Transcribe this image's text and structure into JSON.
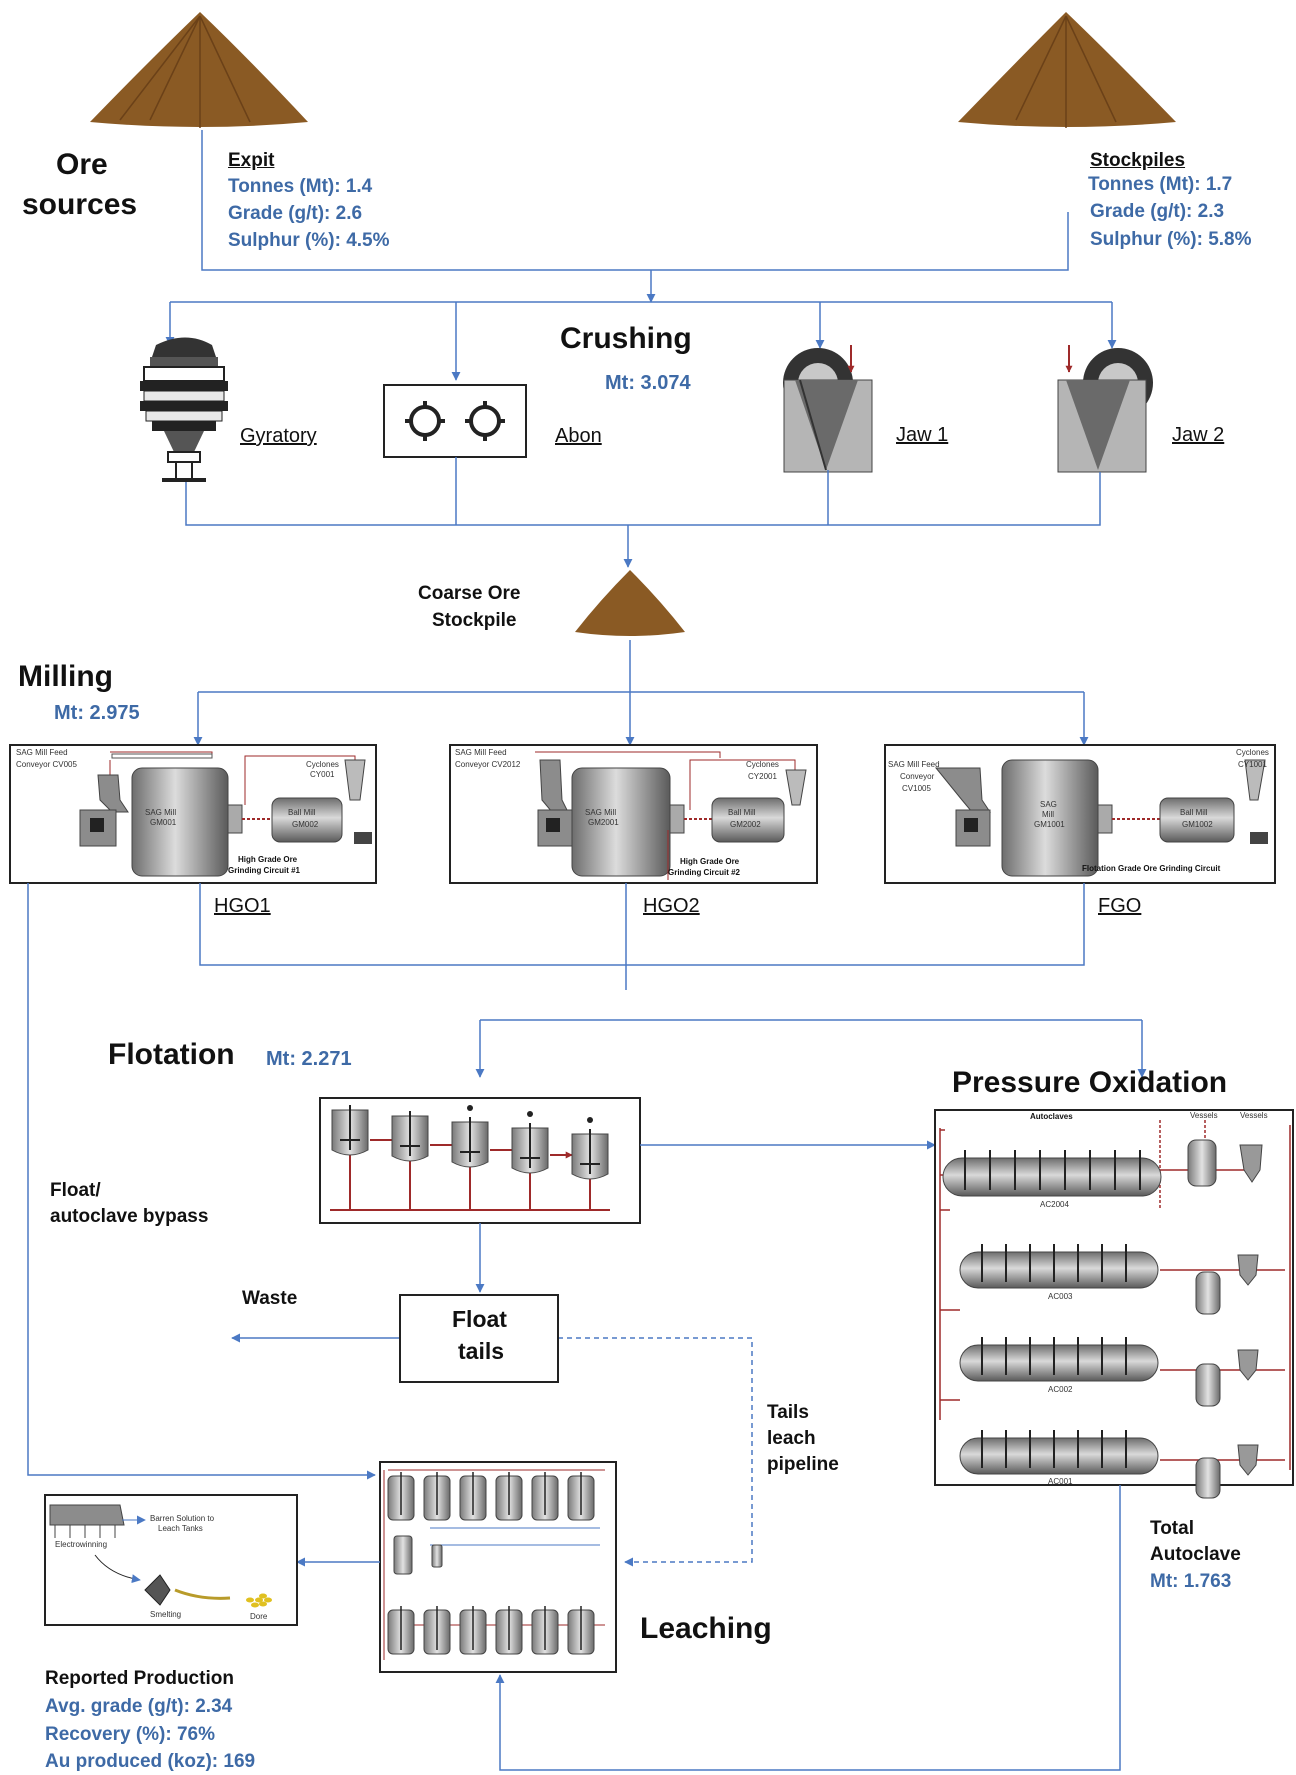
{
  "colors": {
    "ore_pile": "#8a5a24",
    "flow_line": "#4b79c4",
    "value_text": "#3e6aa6",
    "pipe_red": "#9e2a2a"
  },
  "ore_sources": {
    "title_line1": "Ore",
    "title_line2": "sources",
    "expit": {
      "name": "Expit",
      "tonnes": "Tonnes (Mt): 1.4",
      "grade": "Grade (g/t): 2.6",
      "sulphur": "Sulphur (%): 4.5%"
    },
    "stockpiles": {
      "name": "Stockpiles",
      "tonnes": "Tonnes (Mt): 1.7",
      "grade": "Grade (g/t): 2.3",
      "sulphur": "Sulphur (%): 5.8%"
    }
  },
  "crushing": {
    "title": "Crushing",
    "mt": "Mt: 3.074",
    "units": [
      "Gyratory",
      "Abon",
      "Jaw 1",
      "Jaw 2"
    ]
  },
  "coarse_ore": {
    "line1": "Coarse Ore",
    "line2": "Stockpile"
  },
  "milling": {
    "title": "Milling",
    "mt": "Mt: 2.975",
    "circuits": [
      {
        "label": "HGO1",
        "feed1": "SAG Mill Feed",
        "feed2": "Conveyor CV005",
        "sag1": "SAG Mill",
        "sag2": "GM001",
        "ball1": "Ball Mill",
        "ball2": "GM002",
        "cyc1": "Cyclones",
        "cyc2": "CY001",
        "caption1": "High Grade Ore",
        "caption2": "Grinding Circuit #1"
      },
      {
        "label": "HGO2",
        "feed1": "SAG Mill Feed",
        "feed2": "Conveyor CV2012",
        "sag1": "SAG Mill",
        "sag2": "GM2001",
        "ball1": "Ball Mill",
        "ball2": "GM2002",
        "cyc1": "Cyclones",
        "cyc2": "CY2001",
        "caption1": "High Grade Ore",
        "caption2": "Grinding Circuit #2"
      },
      {
        "label": "FGO",
        "feed1": "SAG Mill Feed",
        "feed2": "Conveyor",
        "feed3": "CV1005",
        "sag1": "SAG",
        "sag2": "Mill",
        "sag3": "GM1001",
        "ball1": "Ball Mill",
        "ball2": "GM1002",
        "cyc1": "Cyclones",
        "cyc2": "CY1001",
        "caption1": "Flotation Grade Ore Grinding Circuit"
      }
    ]
  },
  "flotation": {
    "title": "Flotation",
    "mt": "Mt: 2.271"
  },
  "bypass": {
    "line1": "Float/",
    "line2": "autoclave bypass"
  },
  "waste": "Waste",
  "float_tails": {
    "line1": "Float",
    "line2": "tails"
  },
  "tails_leach": {
    "line1": "Tails",
    "line2": "leach",
    "line3": "pipeline"
  },
  "pox": {
    "title": "Pressure Oxidation",
    "autoclaves_label": "Autoclaves",
    "vessels1": "Vessels",
    "vessels2": "Vessels",
    "units": [
      "AC2004",
      "AC003",
      "AC002",
      "AC001"
    ]
  },
  "total_autoclave": {
    "line1": "Total",
    "line2": "Autoclave",
    "mt": "Mt: 1.763"
  },
  "leaching": {
    "title": "Leaching"
  },
  "gold_room": {
    "barren1": "Barren Solution to",
    "barren2": "Leach Tanks",
    "electrowinning": "Electrowinning",
    "smelting": "Smelting",
    "dore": "Dore"
  },
  "production": {
    "title": "Reported Production",
    "grade": "Avg. grade (g/t): 2.34",
    "recovery": "Recovery (%): 76%",
    "au": "Au produced (koz): 169"
  }
}
